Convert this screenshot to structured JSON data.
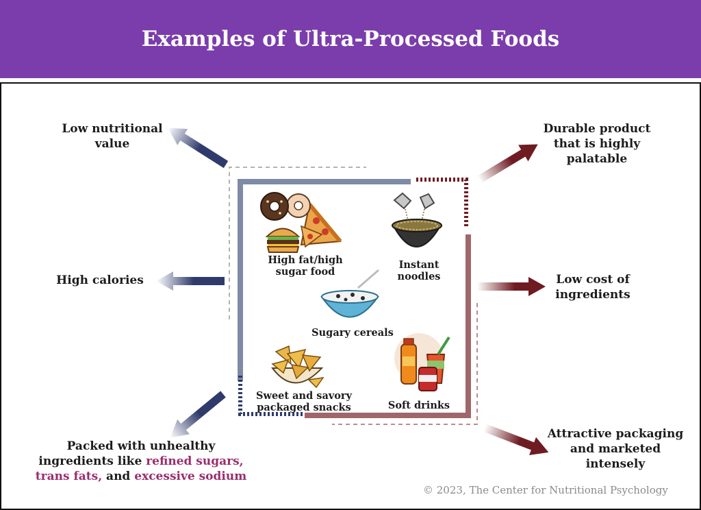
{
  "title": "Examples of Ultra-Processed Foods",
  "foods": {
    "high_fat": "High fat/high sugar food",
    "high_fat_line1": "High fat/high",
    "high_fat_line2": "sugar food",
    "noodles_line1": "Instant",
    "noodles_line2": "noodles",
    "cereals": "Sugary cereals",
    "snacks_line1": "Sweet and savory",
    "snacks_line2": "packaged snacks",
    "drinks": "Soft drinks"
  },
  "traits": {
    "low_nutrition_line1": "Low nutritional",
    "low_nutrition_line2": "value",
    "high_calories": "High calories",
    "unhealthy_line1": "Packed with unhealthy",
    "unhealthy_line2_pre": "ingredients like ",
    "unhealthy_refined": "refined sugars,",
    "unhealthy_trans": "trans fats,",
    "unhealthy_and": " and ",
    "unhealthy_sodium": "excessive sodium",
    "durable_line1": "Durable product",
    "durable_line2": "that is highly",
    "durable_line3": "palatable",
    "low_cost_line1": "Low cost of",
    "low_cost_line2": "ingredients",
    "packaging_line1": "Attractive packaging",
    "packaging_line2": "and marketed",
    "packaging_line3": "intensely"
  },
  "colors": {
    "header": "#7a3dab",
    "navy_arrow": "#2f3b6b",
    "maroon_arrow": "#6e1c22",
    "highlight": "#9a2d6c",
    "frame_blue": "#7f8aa6",
    "frame_mauve": "#a0676b"
  },
  "copyright": "© 2023, The Center for Nutritional Psychology"
}
